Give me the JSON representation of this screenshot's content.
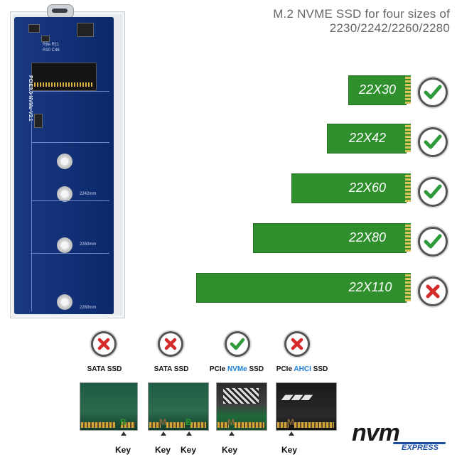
{
  "title": {
    "line1": "M.2 NVME SSD for four sizes of",
    "line2": "2230/2242/2260/2280"
  },
  "board": {
    "silkscreen": "PCIE3.0-NVMe-V3.1",
    "mark_2242": "2242mm",
    "mark_2260": "2260mm",
    "mark_2280": "2280mm",
    "chip_code_1": "R8e R11",
    "chip_code_2": "R10 C46"
  },
  "sizes": [
    {
      "label": "22X30",
      "supported": true
    },
    {
      "label": "22X42",
      "supported": true
    },
    {
      "label": "22X60",
      "supported": true
    },
    {
      "label": "22X80",
      "supported": true
    },
    {
      "label": "22X110",
      "supported": false
    }
  ],
  "drive_types": [
    {
      "label": "SATA SSD",
      "supported": false
    },
    {
      "label": "SATA SSD",
      "supported": false
    },
    {
      "label_prefix": "PCIe ",
      "label_highlight": "NVMe",
      "label_suffix": " SSD",
      "supported": true
    },
    {
      "label_prefix": "PCIe ",
      "label_highlight": "AHCI",
      "label_suffix": " SSD",
      "supported": false
    }
  ],
  "keys": [
    {
      "letter": "B",
      "word": "Key",
      "color": "#2e9a2e"
    },
    {
      "letter": "M",
      "word": "Key",
      "color": "#8a6a3a"
    },
    {
      "letter": "B",
      "word": "Key",
      "color": "#2e9a2e"
    },
    {
      "letter": "M",
      "word": "Key",
      "color": "#8a6a3a"
    },
    {
      "letter": "M",
      "word": "Key",
      "color": "#8a6a3a"
    }
  ],
  "logo": {
    "main": "nvm",
    "sub": "EXPRESS"
  },
  "colors": {
    "check": "#2e9a3b",
    "cross": "#d42a2a",
    "ssd_green": "#2f8f2d",
    "pcb_blue": "#0d2e7a"
  },
  "icons": {
    "supported": "check-icon",
    "unsupported": "cross-icon"
  }
}
